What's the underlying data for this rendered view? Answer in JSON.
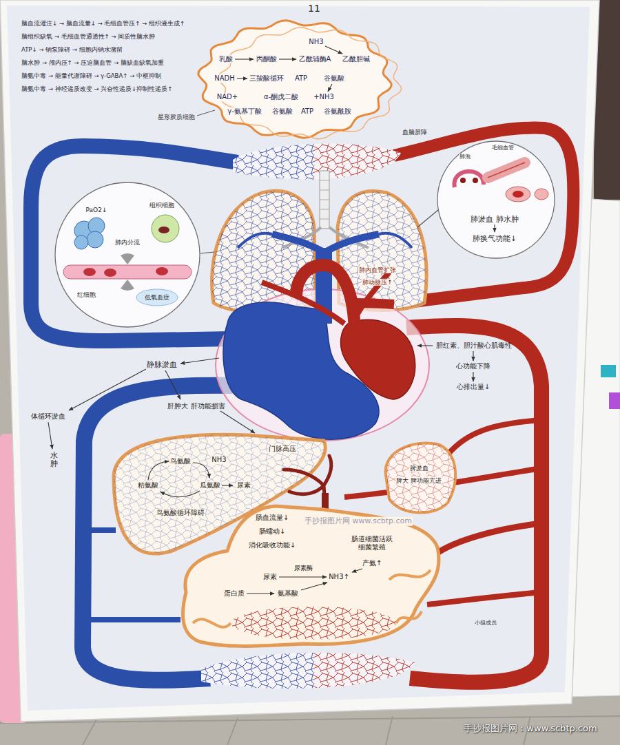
{
  "diagram": {
    "nodes": [
      {
        "text": [
          "NH3",
          "乳酸",
          "丙酮酸",
          "乙酰辅酶A",
          "乙酰胆碱",
          "NADH",
          "三羧酸循环",
          "ATP",
          "谷氨酸",
          "NAD+",
          "α-酮戊二酸",
          "+NH3",
          "γ-氨基丁酸",
          "谷氨酸",
          "ATP",
          "谷氨酰胺"
        ]
      },
      {
        "text": [
          "PaO2↓",
          "组织细胞",
          "肺内分流",
          "红细胞",
          "低氧血症"
        ]
      },
      {
        "text": [
          "肺泡",
          "毛细血管",
          "肺淤血 肺水肿",
          "肺换气功能↓"
        ]
      },
      {
        "text": [
          "鸟氨酸",
          "NH3",
          "精氨酸",
          "瓜氨酸",
          "尿素",
          "鸟氨酸循环障碍"
        ]
      },
      {
        "text": [
          "脾淤血",
          "脾大 脾功能亢进"
        ]
      },
      {
        "text": [
          "肠血流量↓",
          "肠蠕动↓",
          "消化吸收功能↓",
          "肠道细菌活跃 细菌繁殖",
          "产氨↑",
          "尿素酶",
          "尿素",
          "NH3↑",
          "蛋白质",
          "氨基酸"
        ]
      }
    ],
    "labels": [
      "11",
      "脑血流灌注↓ → 脑血流量↓ → 毛细血管压↑ → 组织液生成↑",
      "脑组织缺氧 → 毛细血管通透性↑ → 间质性脑水肿",
      "ATP↓ → 钠泵障碍 → 细胞内钠水潴留",
      "脑水肿 → 颅内压↑ → 压迫脑血管 → 脑缺血缺氧加重",
      "脑氨中毒 → 能量代谢障碍 → γ-GABA↑ → 中枢抑制",
      "脑氨中毒 → 神经递质改变 → 兴奋性递质↓抑制性递质↑",
      "星形胶质细胞",
      "血脑屏障",
      "肺内血管扩张",
      "肺动脉压↑",
      "胆红素、胆汁酸心肌毒性",
      "心功能下降",
      "心排出量↓",
      "静脉淤血",
      "体循环淤血",
      "水肿",
      "肝肿大 肝功能损害",
      "门脉高压",
      "手抄报图片网 www.scbtp.com",
      "小组成员",
      "手抄报图片网：www.scbtp.com"
    ]
  }
}
